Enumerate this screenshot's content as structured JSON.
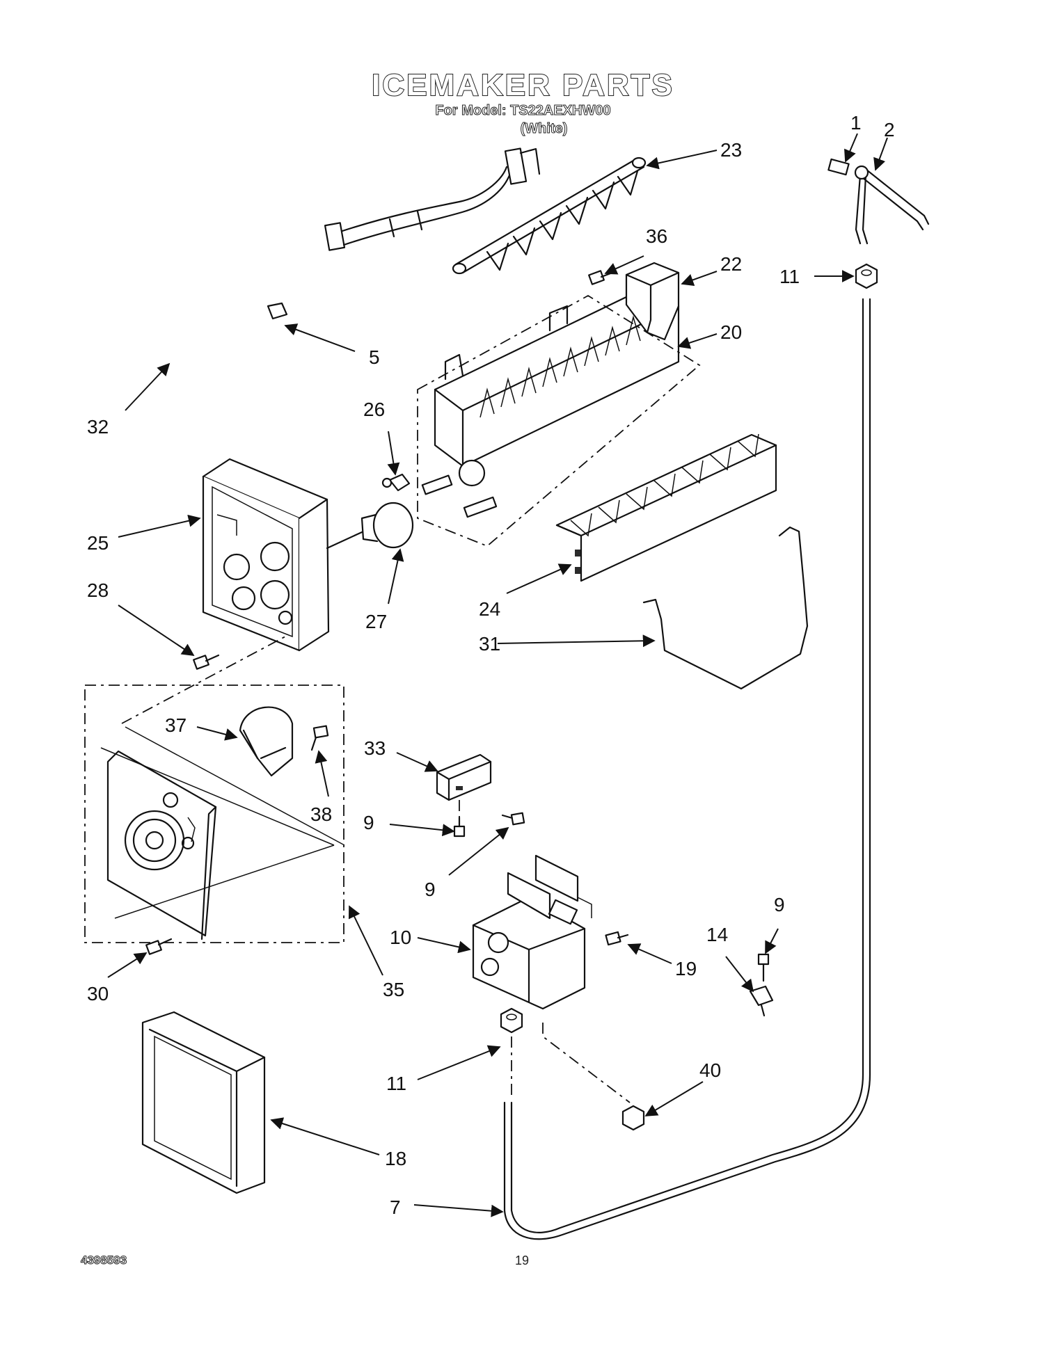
{
  "title": "ICEMAKER PARTS",
  "subtitle": "For Model: TS22AEXHW00",
  "color_note": "(White)",
  "doc_number": "4398593",
  "page_number": "19",
  "callouts": {
    "c1": "1",
    "c2": "2",
    "c5": "5",
    "c7": "7",
    "c9a": "9",
    "c9b": "9",
    "c9c": "9",
    "c10": "10",
    "c11a": "11",
    "c11b": "11",
    "c14": "14",
    "c18": "18",
    "c19": "19",
    "c20": "20",
    "c22": "22",
    "c23": "23",
    "c24": "24",
    "c25": "25",
    "c26": "26",
    "c27": "27",
    "c28": "28",
    "c30": "30",
    "c31": "31",
    "c32": "32",
    "c33": "33",
    "c35": "35",
    "c36": "36",
    "c37": "37",
    "c38": "38",
    "c40": "40"
  }
}
